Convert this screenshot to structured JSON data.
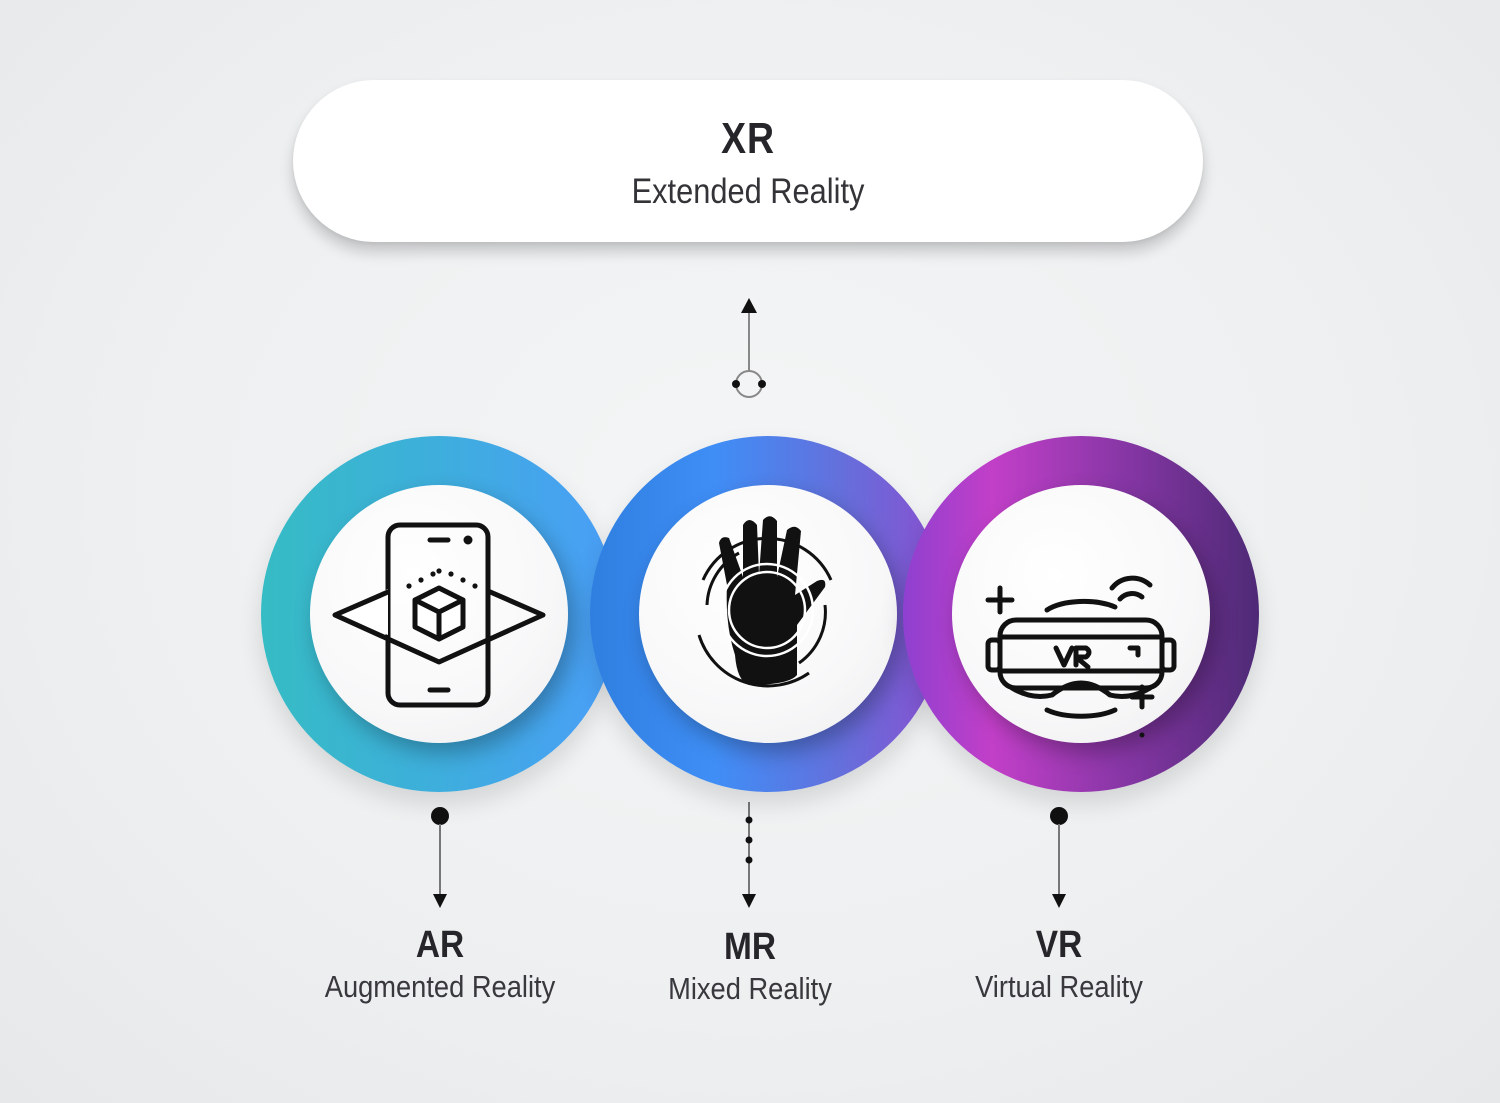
{
  "top": {
    "abbr": "XR",
    "full": "Extended Reality"
  },
  "items": [
    {
      "abbr": "AR",
      "full": "Augmented Reality",
      "icon": "ar-phone-cube-icon",
      "ring_color_start": "#36bcc4",
      "ring_color_end": "#4a9ef7"
    },
    {
      "abbr": "MR",
      "full": "Mixed Reality",
      "icon": "mr-hand-circuit-icon",
      "ring_color_start": "#2f7fe0",
      "ring_color_end": "#8a4fd0"
    },
    {
      "abbr": "VR",
      "full": "Virtual Reality",
      "icon": "vr-headset-icon",
      "ring_color_start": "#c23fc8",
      "ring_color_end": "#4e2a76"
    }
  ],
  "colors": {
    "background": "#eef0f1",
    "text_dark": "#26252a",
    "connector": "#1a1a1a"
  }
}
